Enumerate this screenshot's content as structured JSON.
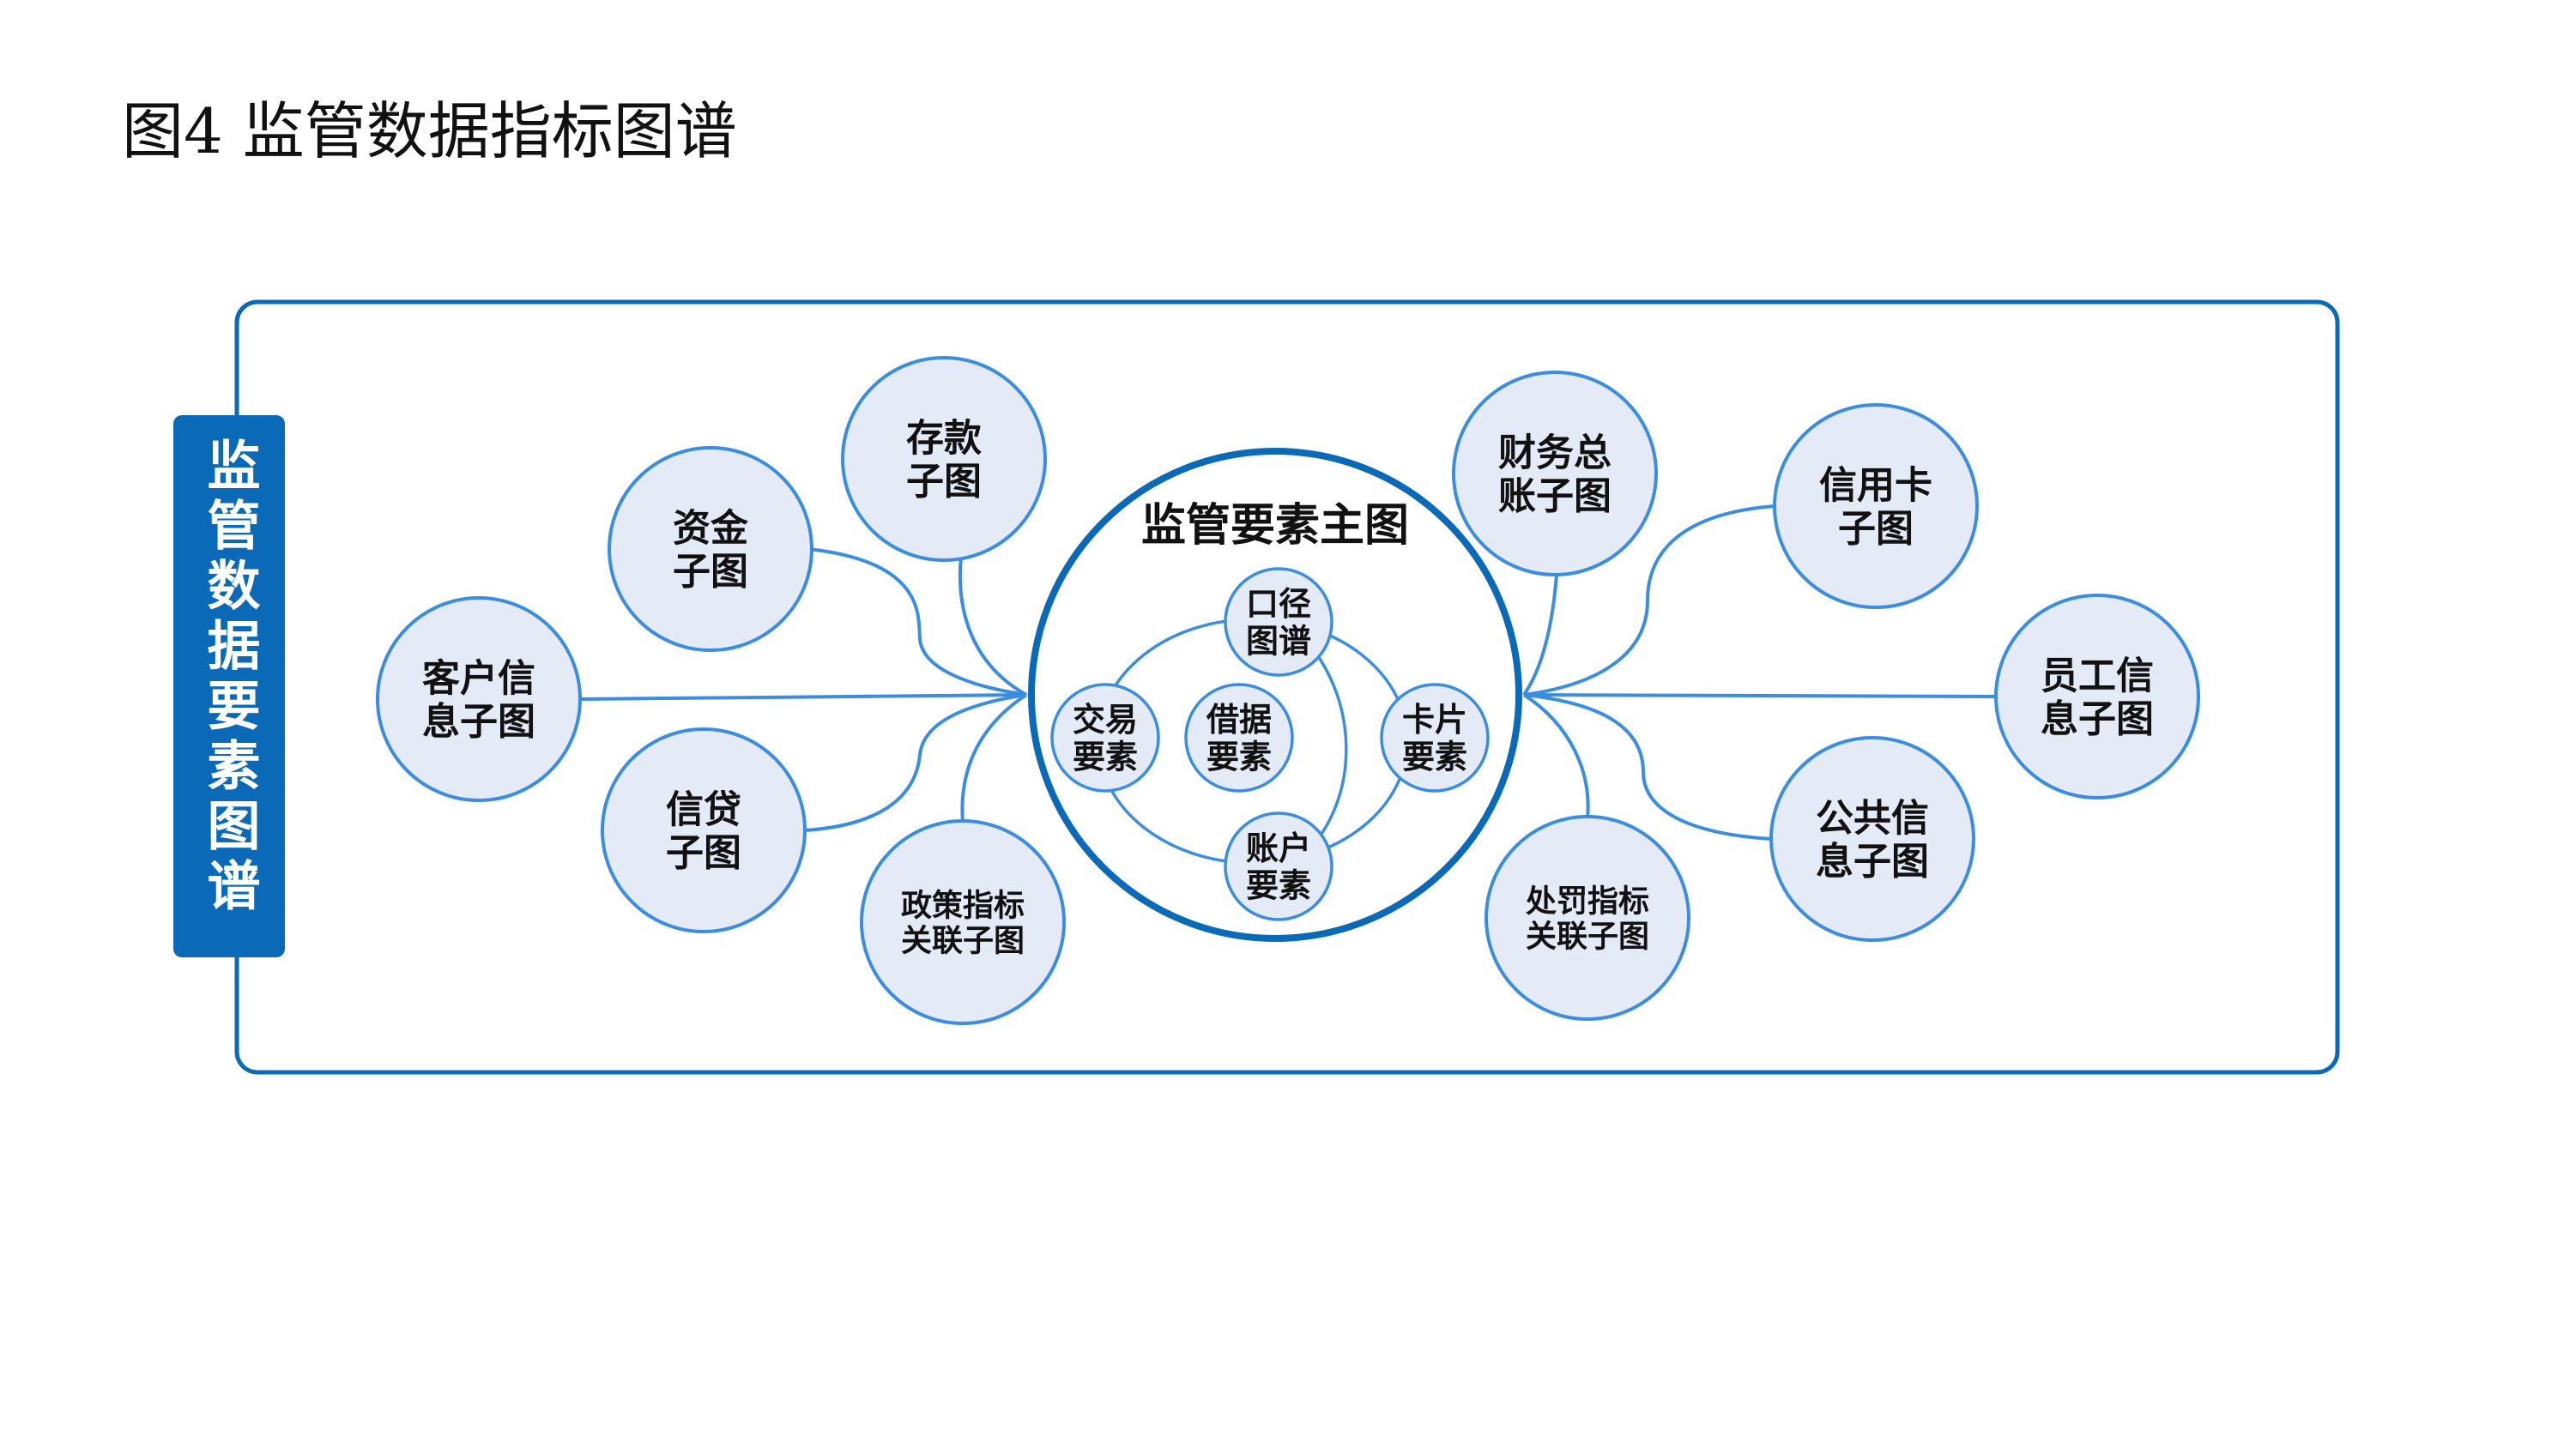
{
  "caption": "图4  监管数据指标图谱",
  "sidebar_title": "监管数据要素图谱",
  "main_graph": {
    "title": "监管要素主图",
    "elements": {
      "caliber": [
        "口径",
        "图谱"
      ],
      "transaction": [
        "交易",
        "要素"
      ],
      "receipt": [
        "借据",
        "要素"
      ],
      "card": [
        "卡片",
        "要素"
      ],
      "account": [
        "账户",
        "要素"
      ]
    }
  },
  "subgraphs": {
    "deposit": [
      "存款",
      "子图"
    ],
    "funds": [
      "资金",
      "子图"
    ],
    "customer": [
      "客户信",
      "息子图"
    ],
    "credit_loan": [
      "信贷",
      "子图"
    ],
    "policy": [
      "政策指标",
      "关联子图"
    ],
    "ledger": [
      "财务总",
      "账子图"
    ],
    "credit_card": [
      "信用卡",
      "子图"
    ],
    "employee": [
      "员工信",
      "息子图"
    ],
    "public_info": [
      "公共信",
      "息子图"
    ],
    "penalty": [
      "处罚指标",
      "关联子图"
    ]
  },
  "colors": {
    "primary": "#0a6ab8",
    "node_fill": "#e4eaf6",
    "node_stroke": "#3b8de0",
    "text": "#111111"
  }
}
